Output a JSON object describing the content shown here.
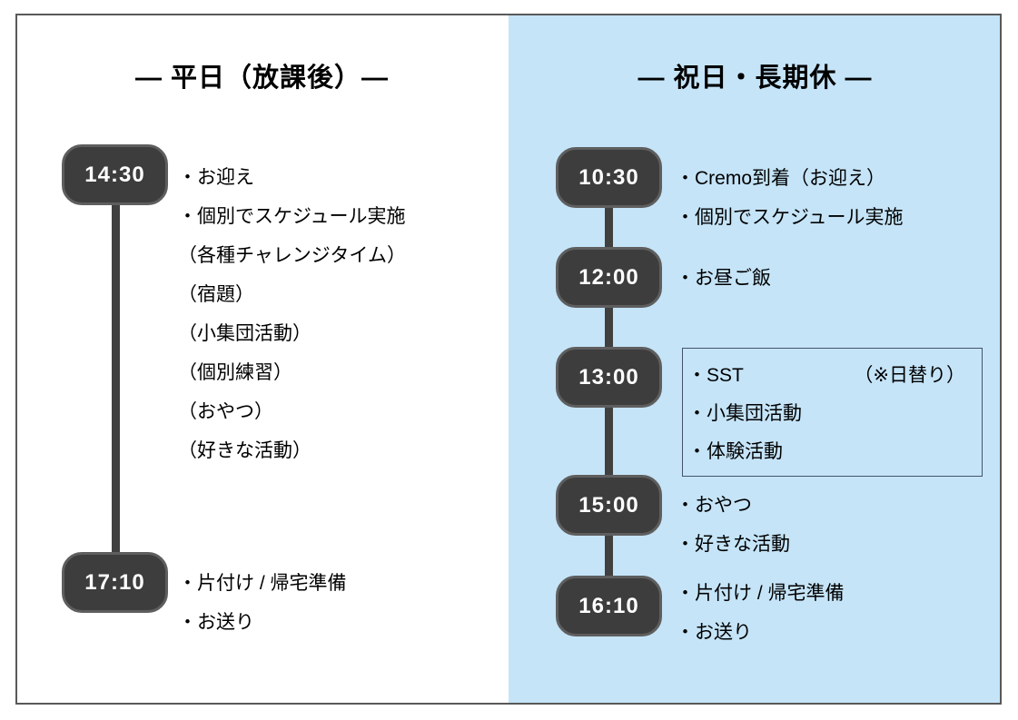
{
  "panels": [
    {
      "id": "weekday",
      "title": "― 平日（放課後）―",
      "events": [
        {
          "time": "14:30",
          "items": [
            "・お迎え",
            "・個別でスケジュール実施",
            "（各種チャレンジタイム）",
            "（宿題）",
            "（小集団活動）",
            "（個別練習）",
            "（おやつ）",
            "（好きな活動）"
          ]
        },
        {
          "time": "17:10",
          "items": [
            "・片付け / 帰宅準備",
            "・お送り"
          ]
        }
      ]
    },
    {
      "id": "holiday",
      "title": "― 祝日・長期休 ―",
      "events": [
        {
          "time": "10:30",
          "items": [
            "・Cremo到着（お迎え）",
            "・個別でスケジュール実施"
          ]
        },
        {
          "time": "12:00",
          "items": [
            "・お昼ご飯"
          ]
        },
        {
          "time": "13:00",
          "boxed": true,
          "items": [
            {
              "text": "・SST",
              "note": "（※日替り）"
            },
            "・小集団活動",
            "・体験活動"
          ]
        },
        {
          "time": "15:00",
          "items": [
            "・おやつ",
            "・好きな活動"
          ]
        },
        {
          "time": "16:10",
          "items": [
            "・片付け / 帰宅準備",
            "・お送り"
          ]
        }
      ]
    }
  ],
  "colors": {
    "holiday_panel_bg": "#c5e4f8",
    "badge_fill": "#3d3d3d",
    "badge_border": "#5e5e5e",
    "badge_text": "#ffffff",
    "timeline_line": "#404040",
    "frame_border": "#595959",
    "rotation_box_border": "#44546a",
    "body_text": "#000000"
  }
}
